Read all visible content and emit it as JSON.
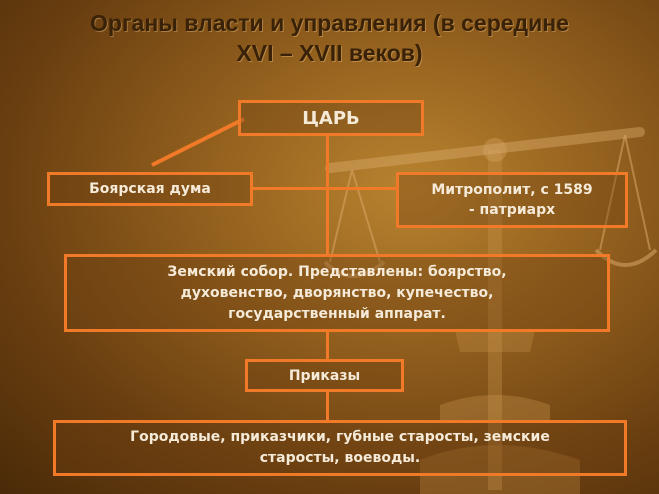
{
  "title": {
    "line1": "Органы власти и управления (в середине",
    "line2": "XVI – XVII веков)"
  },
  "nodes": {
    "tsar": "ЦАРЬ",
    "boyar_duma": "Боярская дума",
    "metropolitan_line1": "Митрополит, с 1589",
    "metropolitan_line2": "- патриарх",
    "zemsky_sobor_line1": "Земский собор. Представлены: боярство,",
    "zemsky_sobor_line2": "духовенство, дворянство, купечество,",
    "zemsky_sobor_line3": "государственный аппарат.",
    "prikazy": "Приказы",
    "local_line1": "Городовые, приказчики, губные старосты, земские",
    "local_line2": "старосты, воеводы."
  },
  "colors": {
    "accent": "#f07a28",
    "text": "#f5ead8",
    "title": "#3a2208"
  }
}
